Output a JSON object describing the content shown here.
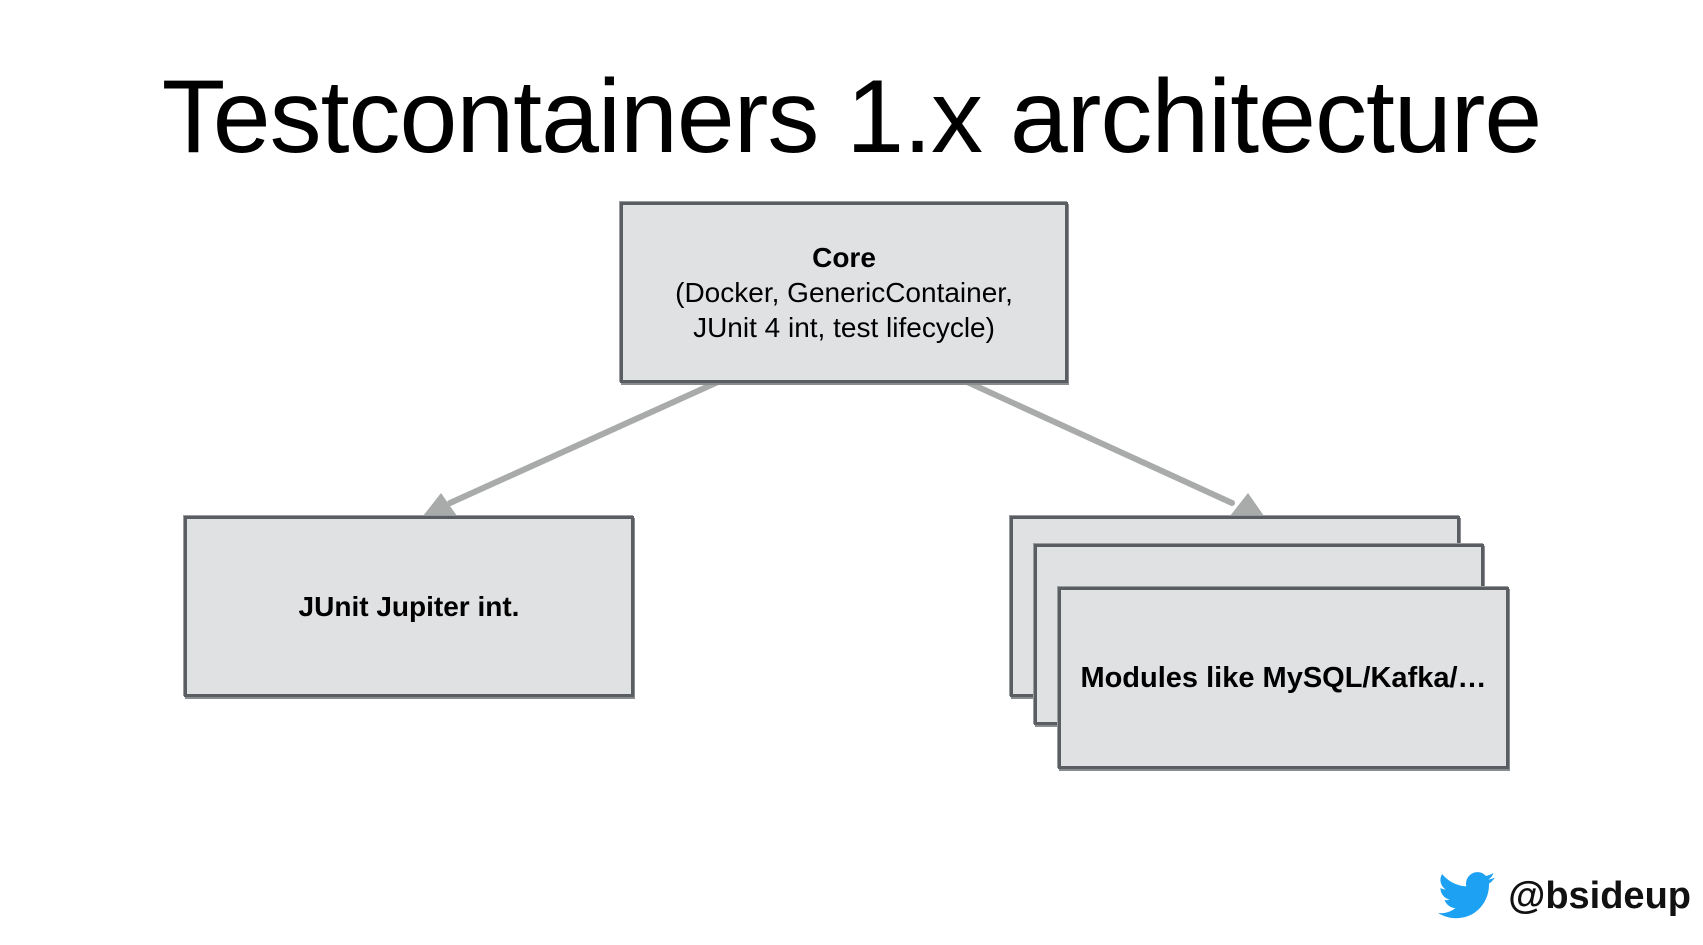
{
  "slide": {
    "title": "Testcontainers 1.x architecture"
  },
  "nodes": {
    "core": {
      "title": "Core",
      "line1": "(Docker, GenericContainer,",
      "line2": "JUnit 4 int, test lifecycle)"
    },
    "junit": {
      "title": "JUnit Jupiter int."
    },
    "modules": {
      "title": "Modules like MySQL/Kafka/…"
    }
  },
  "edges": [
    {
      "from": "core",
      "to": "junit"
    },
    {
      "from": "core",
      "to": "modules"
    }
  ],
  "footer": {
    "icon": "twitter-bird-icon",
    "handle": "@bsideup"
  },
  "colors": {
    "box_fill": "#e0e1e3",
    "box_border": "#5a5d61",
    "connector": "#a9abab",
    "twitter_blue": "#1da1f2"
  }
}
